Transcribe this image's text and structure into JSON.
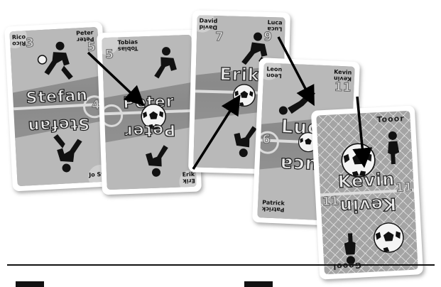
{
  "cards": {
    "stefan": {
      "name": "Stefan",
      "name_inverted": "Stefan",
      "corner_left": "Rico",
      "corner_right": "Peter",
      "corner_right_sub": "Peter",
      "num_left": "3",
      "num_right": "5",
      "side_number": "4",
      "bottom_right_partial": "Jo",
      "bottom_right_partial_sub": "St"
    },
    "peter": {
      "name": "Peter",
      "name_inverted": "Peter",
      "corner_top": "Tobias",
      "corner_top_sub": "Tobias",
      "num_top": "5",
      "bottom_right": "Erik",
      "bottom_right_sub": "Erik"
    },
    "erik": {
      "name": "Erik",
      "corner_left": "David",
      "corner_left_sub": "David",
      "corner_right": "Luca",
      "corner_right_sub": "Luca",
      "num_left": "7",
      "num_right": "9"
    },
    "luca": {
      "name": "Luca",
      "name_inverted": "Luca",
      "corner_left": "Leon",
      "corner_left_sub": "Leon",
      "corner_right": "Kevin",
      "corner_right_sub": "Kevin",
      "num_right": "11",
      "side_number": "6",
      "bottom_left": "Patrick",
      "bottom_left_sub": "Patrick"
    },
    "kevin": {
      "name": "Kevin",
      "name_inverted": "Kevin",
      "top_text": "Tooor",
      "bottom_text": "Goool",
      "num_right": "11",
      "num_left": "11"
    }
  },
  "colors": {
    "card_face": "#8f8f8f",
    "card_light": "#b9b9b9",
    "ink": "#111111",
    "arrow": "#000000"
  }
}
